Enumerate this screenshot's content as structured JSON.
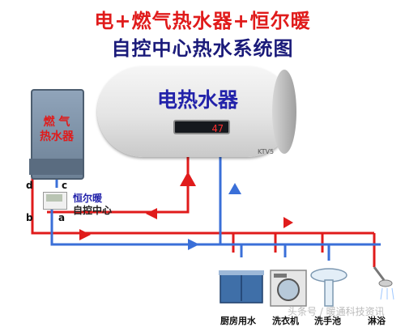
{
  "title": {
    "line1": "电+燃气热水器+恒尔暖",
    "line2": "自控中心热水系统图"
  },
  "electric_heater": {
    "label": "电热水器",
    "display_value": "47",
    "brand": "KTV5"
  },
  "gas_heater": {
    "label_line1": "燃 气",
    "label_line2": "热水器"
  },
  "controller": {
    "label_line1": "恒尔暖",
    "label_line2": "自控中心"
  },
  "ports": {
    "d": "d",
    "c": "c",
    "b": "b",
    "a": "a"
  },
  "fixtures": [
    {
      "label": "厨房用水",
      "icon": "kitchen-cabinet-icon"
    },
    {
      "label": "洗衣机",
      "icon": "washing-machine-icon"
    },
    {
      "label": "洗手池",
      "icon": "washbasin-icon"
    },
    {
      "label": "淋浴",
      "icon": "shower-icon"
    }
  ],
  "watermark": "头条号 / 暖通科技资讯",
  "colors": {
    "hot_pipe": "#e01b1b",
    "cold_pipe": "#3a6fd8",
    "title_red": "#e01b1b",
    "title_blue": "#1b1b7a"
  }
}
